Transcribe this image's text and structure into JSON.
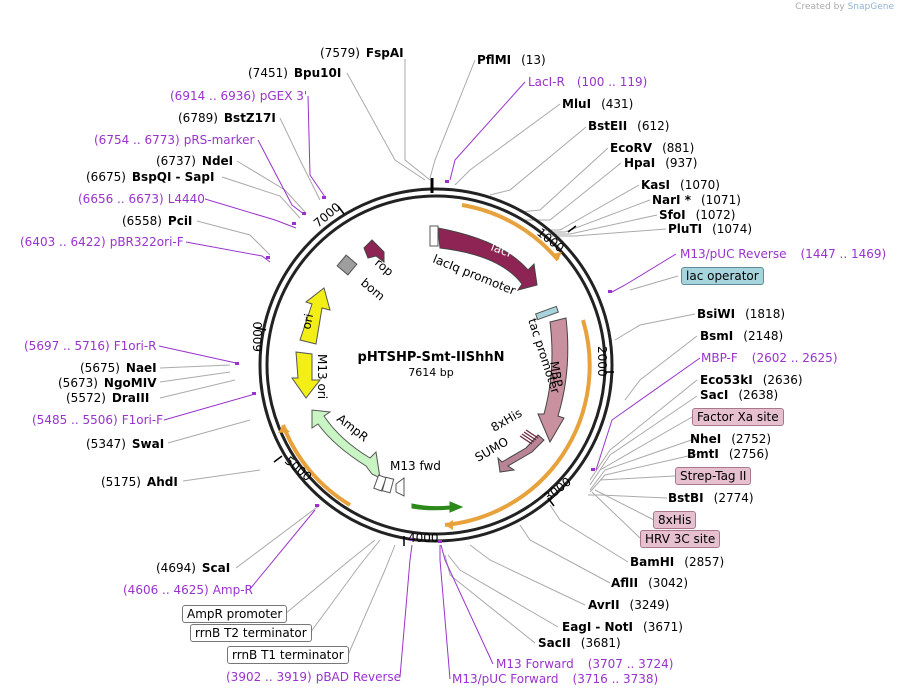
{
  "credit": {
    "prefix": "Created by",
    "brand": "SnapGene"
  },
  "map": {
    "name": "pHTSHP-Smt-IIShhN",
    "length": "7614 bp"
  },
  "enzymes_left": [
    {
      "pos": "(7579)",
      "name": "FspAI"
    },
    {
      "pos": "(7451)",
      "name": "Bpu10I"
    },
    {
      "pos": "(6789)",
      "name": "BstZ17I"
    },
    {
      "pos": "(6737)",
      "name": "NdeI"
    },
    {
      "pos": "(6675)",
      "name": "BspQI",
      "name2": "- SapI"
    },
    {
      "pos": "(6558)",
      "name": "PciI"
    },
    {
      "pos": "(5675)",
      "name": "NaeI"
    },
    {
      "pos": "(5673)",
      "name": "NgoMIV"
    },
    {
      "pos": "(5572)",
      "name": "DraIII"
    },
    {
      "pos": "(5347)",
      "name": "SwaI"
    },
    {
      "pos": "(5175)",
      "name": "AhdI"
    },
    {
      "pos": "(4694)",
      "name": "ScaI"
    }
  ],
  "enzymes_right": [
    {
      "name": "PflMI",
      "pos": "(13)"
    },
    {
      "name": "MluI",
      "pos": "(431)"
    },
    {
      "name": "BstEII",
      "pos": "(612)"
    },
    {
      "name": "EcoRV",
      "pos": "(881)"
    },
    {
      "name": "HpaI",
      "pos": "(937)"
    },
    {
      "name": "KasI",
      "pos": "(1070)"
    },
    {
      "name": "NarI *",
      "pos": "(1071)"
    },
    {
      "name": "SfoI",
      "pos": "(1072)"
    },
    {
      "name": "PluTI",
      "pos": "(1074)"
    },
    {
      "name": "BsiWI",
      "pos": "(1818)"
    },
    {
      "name": "BsmI",
      "pos": "(2148)"
    },
    {
      "name": "Eco53kI",
      "pos": "(2636)"
    },
    {
      "name": "SacI",
      "pos": "(2638)"
    },
    {
      "name": "NheI",
      "pos": "(2752)"
    },
    {
      "name": "BmtI",
      "pos": "(2756)"
    },
    {
      "name": "BstBI",
      "pos": "(2774)"
    },
    {
      "name": "BamHI",
      "pos": "(2857)"
    },
    {
      "name": "AflII",
      "pos": "(3042)"
    },
    {
      "name": "AvrII",
      "pos": "(3249)"
    },
    {
      "name": "EagI",
      "name2": "- NotI",
      "pos": "(3671)"
    },
    {
      "name": "SacII",
      "pos": "(3681)"
    }
  ],
  "primers_left": [
    {
      "range": "(6914 .. 6936)",
      "name": "pGEX 3'"
    },
    {
      "range": "(6754 .. 6773)",
      "name": "pRS-marker"
    },
    {
      "range": "(6656 .. 6673)",
      "name": "L4440"
    },
    {
      "range": "(6403 .. 6422)",
      "name": "pBR322ori-F"
    },
    {
      "range": "(5697 .. 5716)",
      "name": "F1ori-R"
    },
    {
      "range": "(5485 .. 5506)",
      "name": "F1ori-F"
    },
    {
      "range": "(4606 .. 4625)",
      "name": "Amp-R"
    },
    {
      "range": "(3902 .. 3919)",
      "name": "pBAD Reverse"
    }
  ],
  "primers_right": [
    {
      "name": "LacI-R",
      "range": "(100 .. 119)"
    },
    {
      "name": "M13/pUC Reverse",
      "range": "(1447 .. 1469)"
    },
    {
      "name": "MBP-F",
      "range": "(2602 .. 2625)"
    },
    {
      "name": "M13 Forward",
      "range": "(3707 .. 3724)"
    },
    {
      "name": "M13/pUC Forward",
      "range": "(3716 .. 3738)"
    }
  ],
  "boxed_features": {
    "lac_operator": "lac operator",
    "factor_xa": "Factor Xa site",
    "strep_tag": "Strep-Tag II",
    "his8_box": "8xHis",
    "hrv3c": "HRV 3C site",
    "ampr_promoter": "AmpR promoter",
    "rrnb_t2": "rrnB T2 terminator",
    "rrnb_t1": "rrnB T1 terminator"
  },
  "inner_features": {
    "lacI": "lacI",
    "laciq_promoter": "lacIq promoter",
    "tac_promoter": "tac promoter",
    "mbp": "MBP",
    "his8": "8xHis",
    "sumo": "SUMO",
    "m13_fwd": "M13 fwd",
    "ampr": "AmpR",
    "m13_ori": "M13 ori",
    "ori": "ori",
    "bom": "bom",
    "rop": "rop"
  },
  "ticks": {
    "t1000": "1000",
    "t2000": "2000",
    "t3000": "3000",
    "t4000": "4000",
    "t5000": "5000",
    "t6000": "6000",
    "t7000": "7000"
  },
  "colors": {
    "backbone": "#222222",
    "lacI": "#8e2453",
    "mbp": "#c9909f",
    "sumo": "#b98496",
    "ori": "#f2ee16",
    "ampr": "#c9f5c4",
    "m13fwd": "#2c8a1a",
    "primer": "#9933cc",
    "orf": "#e8a23c",
    "rop": "#8e2453",
    "bom": "#9e9e9e",
    "lac_operator": "#a7d4dc",
    "pink_box": "#e6c0cf"
  }
}
